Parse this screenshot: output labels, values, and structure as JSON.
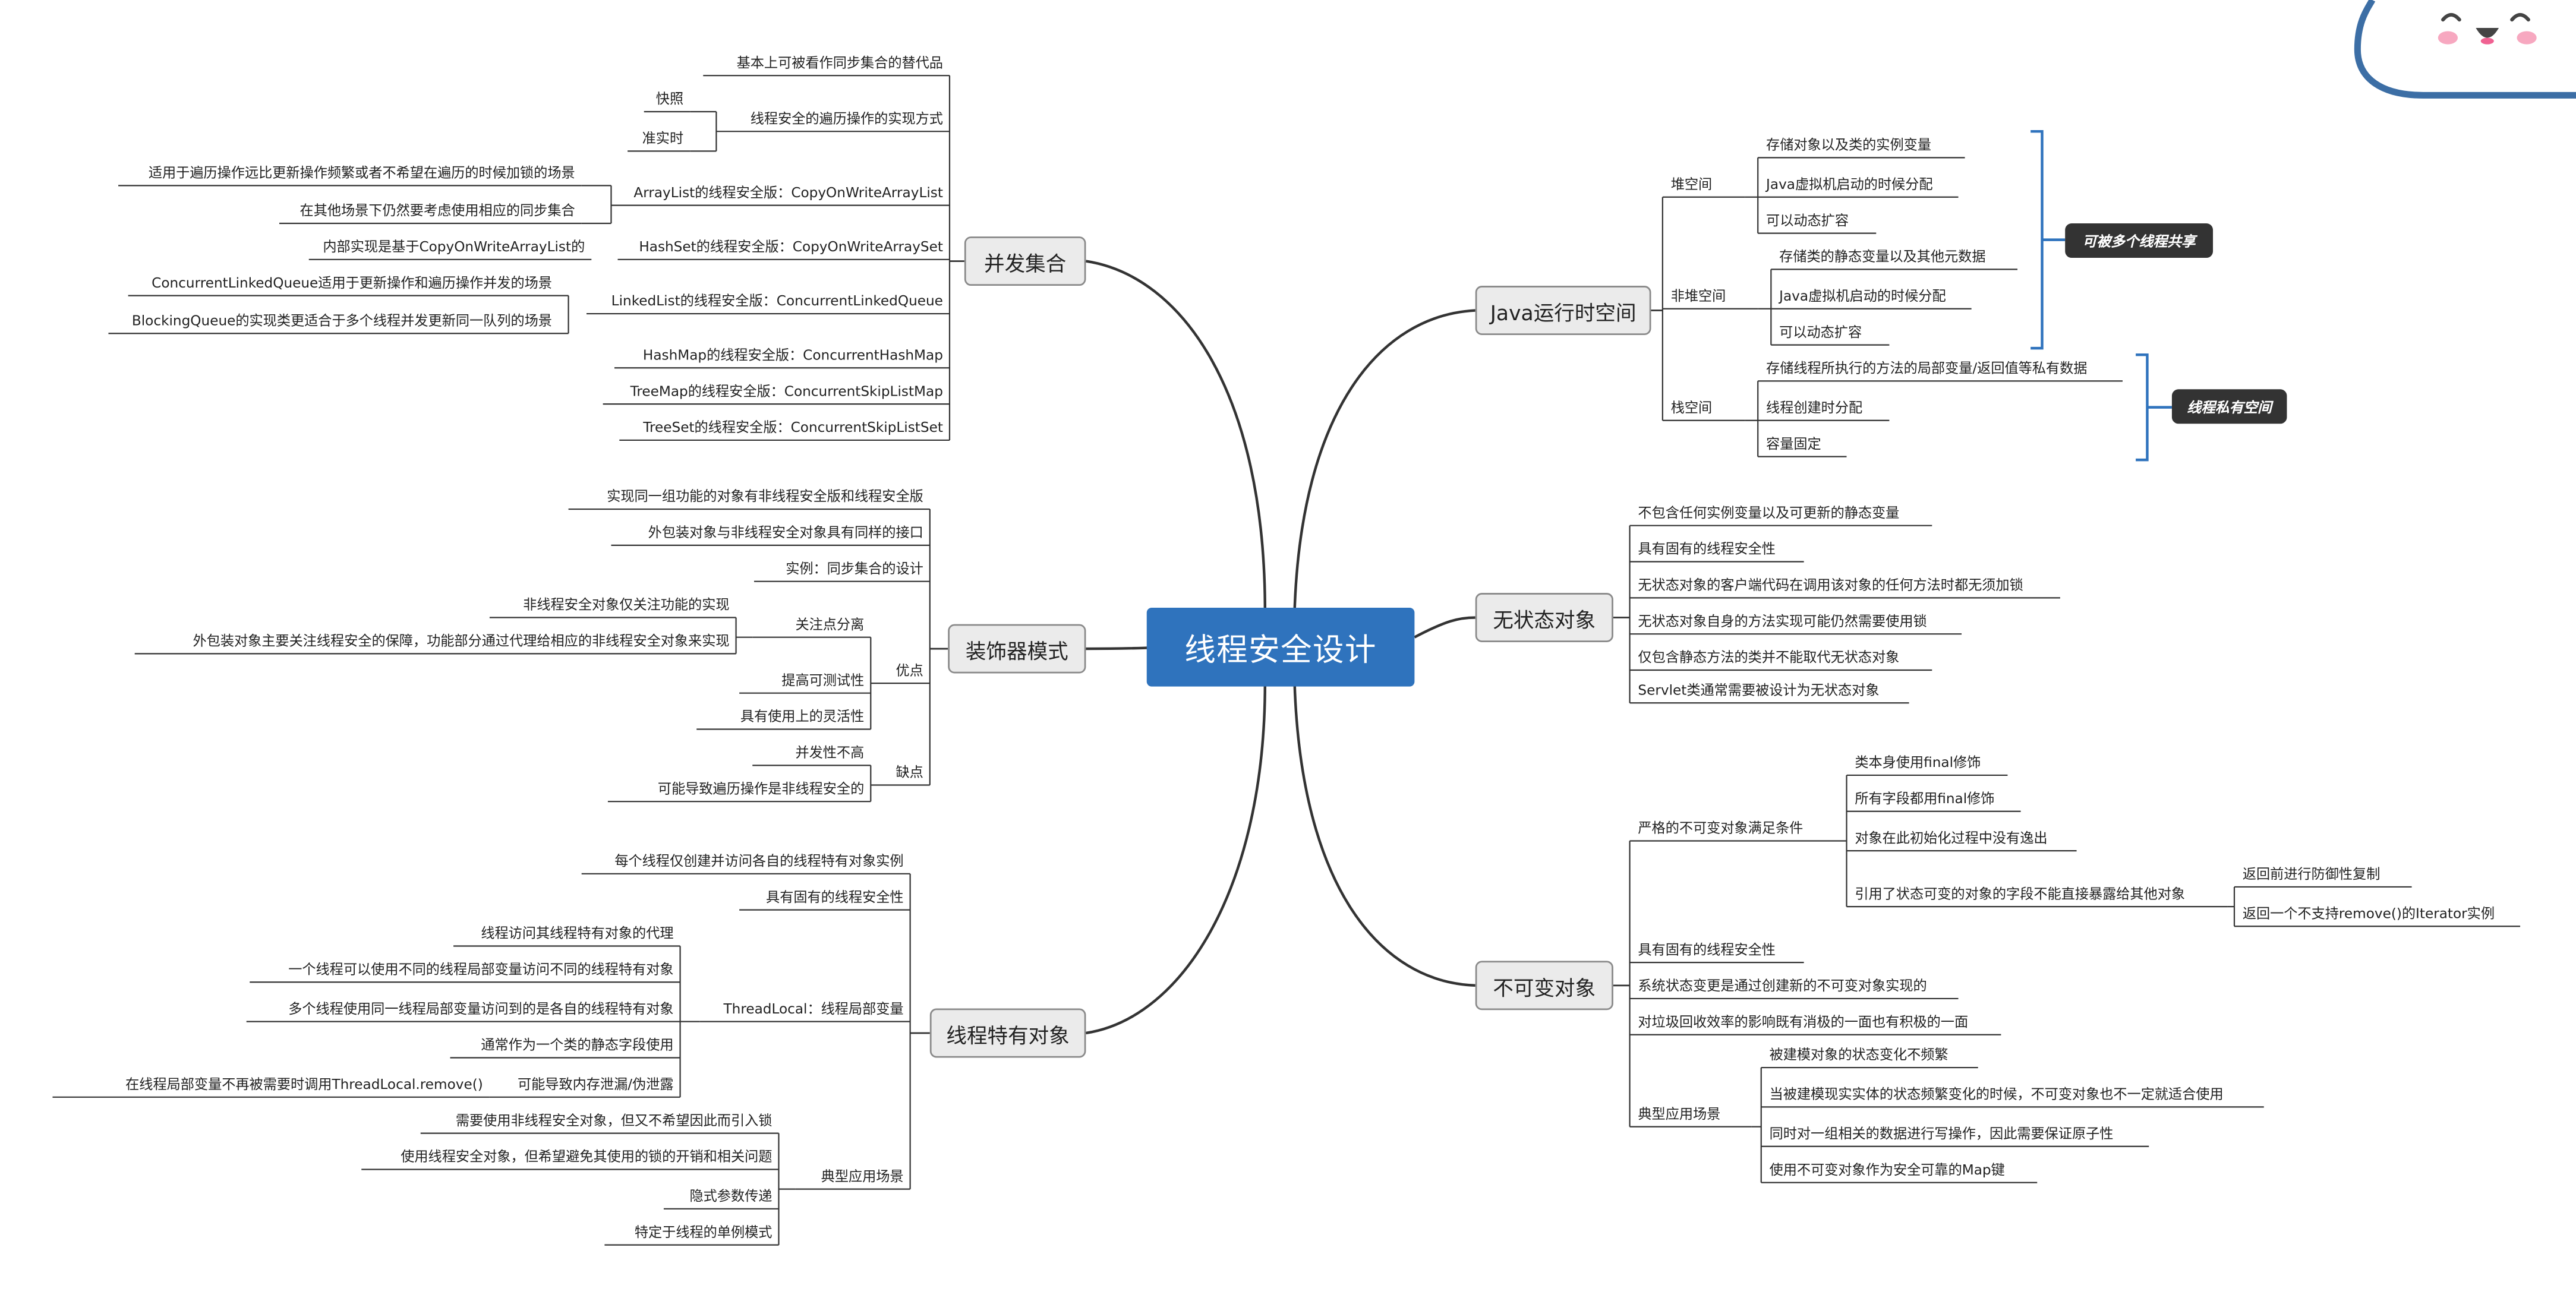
{
  "root": "线程安全设计",
  "left": [
    {
      "label": "并发集合",
      "children": [
        {
          "label": "基本上可被看作同步集合的替代品"
        },
        {
          "label": "线程安全的遍历操作的实现方式",
          "children": [
            {
              "label": "快照"
            },
            {
              "label": "准实时"
            }
          ]
        },
        {
          "label": "ArrayList的线程安全版：CopyOnWriteArrayList",
          "children": [
            {
              "label": "适用于遍历操作远比更新操作频繁或者不希望在遍历的时候加锁的场景"
            },
            {
              "label": "在其他场景下仍然要考虑使用相应的同步集合"
            }
          ]
        },
        {
          "label": "HashSet的线程安全版：CopyOnWriteArraySet",
          "children": [
            {
              "label": "内部实现是基于CopyOnWriteArrayList的"
            }
          ]
        },
        {
          "label": "LinkedList的线程安全版：ConcurrentLinkedQueue",
          "children": [
            {
              "label": "ConcurrentLinkedQueue适用于更新操作和遍历操作并发的场景"
            },
            {
              "label": "BlockingQueue的实现类更适合于多个线程并发更新同一队列的场景"
            }
          ]
        },
        {
          "label": "HashMap的线程安全版：ConcurrentHashMap"
        },
        {
          "label": "TreeMap的线程安全版：ConcurrentSkipListMap"
        },
        {
          "label": "TreeSet的线程安全版：ConcurrentSkipListSet"
        }
      ]
    },
    {
      "label": "装饰器模式",
      "children": [
        {
          "label": "实现同一组功能的对象有非线程安全版和线程安全版"
        },
        {
          "label": "外包装对象与非线程安全对象具有同样的接口"
        },
        {
          "label": "实例：同步集合的设计"
        },
        {
          "label": "优点",
          "children": [
            {
              "label": "关注点分离",
              "children": [
                {
                  "label": "非线程安全对象仅关注功能的实现"
                },
                {
                  "label": "外包装对象主要关注线程安全的保障，功能部分通过代理给相应的非线程安全对象来实现"
                }
              ]
            },
            {
              "label": "提高可测试性"
            },
            {
              "label": "具有使用上的灵活性"
            }
          ]
        },
        {
          "label": "缺点",
          "children": [
            {
              "label": "并发性不高"
            },
            {
              "label": "可能导致遍历操作是非线程安全的"
            }
          ]
        }
      ]
    },
    {
      "label": "线程特有对象",
      "children": [
        {
          "label": "每个线程仅创建并访问各自的线程特有对象实例"
        },
        {
          "label": "具有固有的线程安全性"
        },
        {
          "label": "ThreadLocal：线程局部变量",
          "children": [
            {
              "label": "线程访问其线程特有对象的代理"
            },
            {
              "label": "一个线程可以使用不同的线程局部变量访问不同的线程特有对象"
            },
            {
              "label": "多个线程使用同一线程局部变量访问到的是各自的线程特有对象"
            },
            {
              "label": "通常作为一个类的静态字段使用"
            },
            {
              "label": "可能导致内存泄漏/伪泄露",
              "children": [
                {
                  "label": "在线程局部变量不再被需要时调用ThreadLocal.remove()"
                }
              ]
            }
          ]
        },
        {
          "label": "典型应用场景",
          "children": [
            {
              "label": "需要使用非线程安全对象，但又不希望因此而引入锁"
            },
            {
              "label": "使用线程安全对象，但希望避免其使用的锁的开销和相关问题"
            },
            {
              "label": "隐式参数传递"
            },
            {
              "label": "特定于线程的单例模式"
            }
          ]
        }
      ]
    }
  ],
  "right": [
    {
      "label": "Java运行时空间",
      "children": [
        {
          "label": "堆空间",
          "children": [
            {
              "label": "存储对象以及类的实例变量"
            },
            {
              "label": "Java虚拟机启动的时候分配"
            },
            {
              "label": "可以动态扩容"
            }
          ]
        },
        {
          "label": "非堆空间",
          "children": [
            {
              "label": "存储类的静态变量以及其他元数据"
            },
            {
              "label": "Java虚拟机启动的时候分配"
            },
            {
              "label": "可以动态扩容"
            }
          ]
        },
        {
          "label": "栈空间",
          "children": [
            {
              "label": "存储线程所执行的方法的局部变量/返回值等私有数据"
            },
            {
              "label": "线程创建时分配"
            },
            {
              "label": "容量固定"
            }
          ]
        }
      ]
    },
    {
      "label": "无状态对象",
      "children": [
        {
          "label": "不包含任何实例变量以及可更新的静态变量"
        },
        {
          "label": "具有固有的线程安全性"
        },
        {
          "label": "无状态对象的客户端代码在调用该对象的任何方法时都无须加锁"
        },
        {
          "label": "无状态对象自身的方法实现可能仍然需要使用锁"
        },
        {
          "label": "仅包含静态方法的类并不能取代无状态对象"
        },
        {
          "label": "Servlet类通常需要被设计为无状态对象"
        }
      ]
    },
    {
      "label": "不可变对象",
      "children": [
        {
          "label": "严格的不可变对象满足条件",
          "children": [
            {
              "label": "类本身使用final修饰"
            },
            {
              "label": "所有字段都用final修饰"
            },
            {
              "label": "对象在此初始化过程中没有逸出"
            },
            {
              "label": "引用了状态可变的对象的字段不能直接暴露给其他对象",
              "children": [
                {
                  "label": "返回前进行防御性复制"
                },
                {
                  "label": "返回一个不支持remove()的Iterator实例"
                }
              ]
            }
          ]
        },
        {
          "label": "具有固有的线程安全性"
        },
        {
          "label": "系统状态变更是通过创建新的不可变对象实现的"
        },
        {
          "label": "对垃圾回收效率的影响既有消极的一面也有积极的一面"
        },
        {
          "label": "典型应用场景",
          "children": [
            {
              "label": "被建模对象的状态变化不频繁"
            },
            {
              "label": "当被建模现实实体的状态频繁变化的时候，不可变对象也不一定就适合使用"
            },
            {
              "label": "同时对一组相关的数据进行写操作，因此需要保证原子性"
            },
            {
              "label": "使用不可变对象作为安全可靠的Map键"
            }
          ]
        }
      ]
    }
  ],
  "tags": {
    "shared": "可被多个线程共享",
    "private": "线程私有空间"
  },
  "colors": {
    "root_fill": "#2f73bd",
    "branch_fill": "#ebebeb",
    "bracket": "#2f73bd",
    "tag_fill": "#333333",
    "line": "#333333"
  }
}
